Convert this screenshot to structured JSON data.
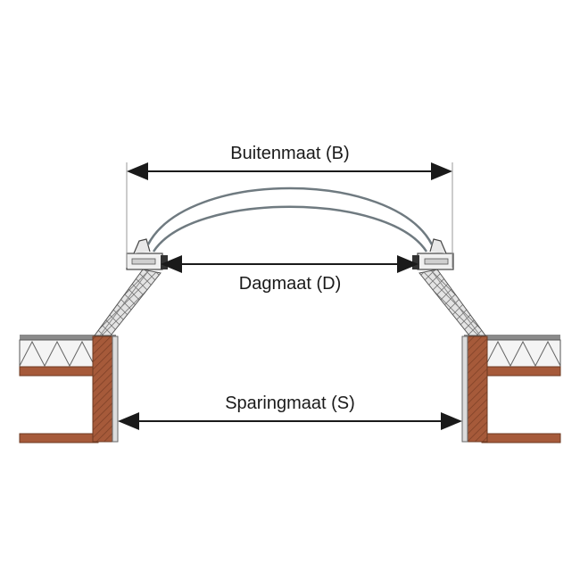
{
  "labels": {
    "buitenmaat": "Buitenmaat (B)",
    "dagmaat": "Dagmaat (D)",
    "sparingmaat": "Sparingmaat (S)"
  },
  "colors": {
    "line": "#1a1a1a",
    "dome": "#6f7a80",
    "wood": "#a65a3a",
    "wood_dark": "#6e3a22",
    "insulation": "#f2f2f2",
    "roof_membrane": "#8a8a8a",
    "upstand": "#d8d8d8"
  }
}
